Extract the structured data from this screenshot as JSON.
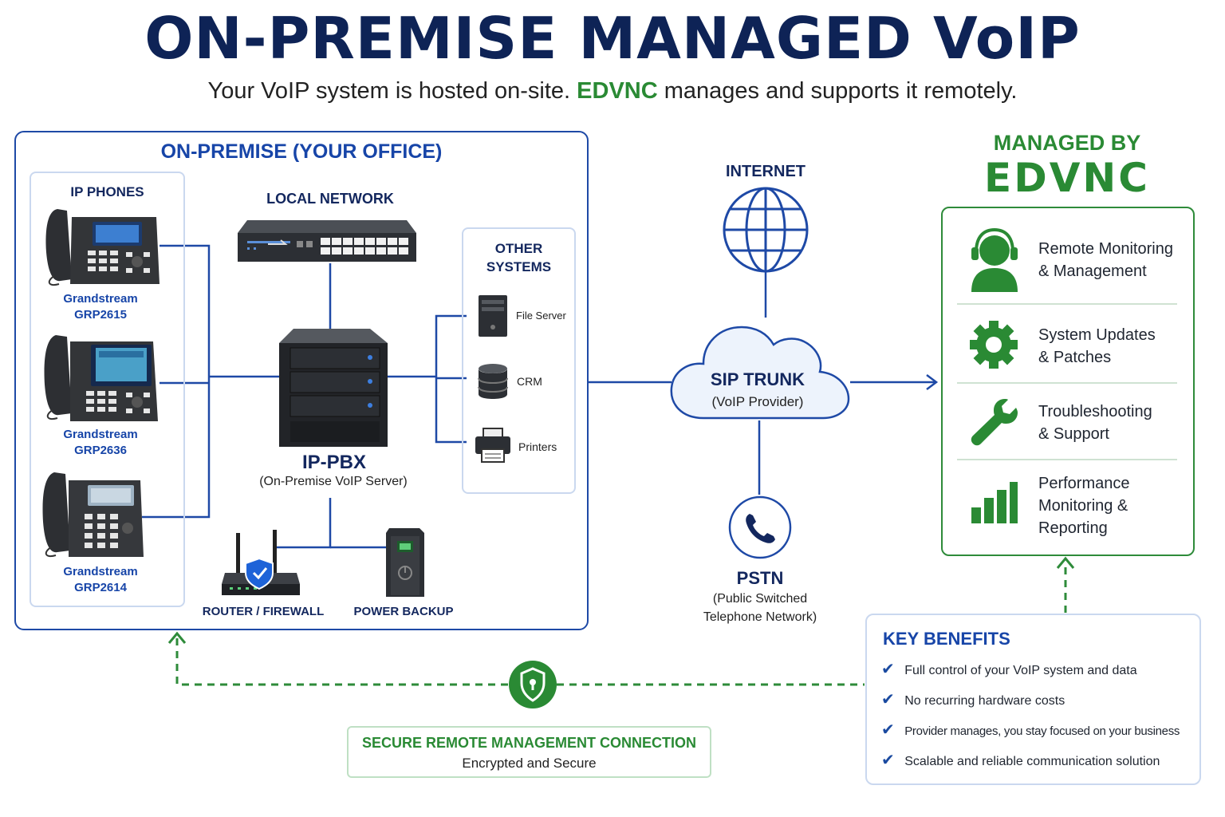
{
  "title": "ON-PREMISE MANAGED VoIP",
  "subtitle": {
    "pre": "Your VoIP system is hosted on-site. ",
    "brand": "EDVNC",
    "post": " manages and supports it remotely."
  },
  "onprem": {
    "title": "ON-PREMISE (YOUR OFFICE)",
    "phones_title": "IP PHONES",
    "phones": [
      {
        "brand": "Grandstream",
        "model": "GRP2615"
      },
      {
        "brand": "Grandstream",
        "model": "GRP2636"
      },
      {
        "brand": "Grandstream",
        "model": "GRP2614"
      }
    ],
    "network_label": "LOCAL NETWORK",
    "pbx_label": "IP-PBX",
    "pbx_sub": "(On-Premise VoIP Server)",
    "router_label": "ROUTER / FIREWALL",
    "power_label": "POWER BACKUP",
    "other_title_1": "OTHER",
    "other_title_2": "SYSTEMS",
    "other_items": [
      "File Server",
      "CRM",
      "Printers"
    ]
  },
  "internet_label": "INTERNET",
  "sip": {
    "title": "SIP TRUNK",
    "sub": "(VoIP Provider)"
  },
  "pstn": {
    "title": "PSTN",
    "sub1": "(Public Switched",
    "sub2": "Telephone Network)"
  },
  "managed": {
    "heading": "MANAGED BY",
    "brand": "EDVNC",
    "services": [
      {
        "icon": "headset-user-icon",
        "line1": "Remote Monitoring",
        "line2": "& Management",
        "line3": ""
      },
      {
        "icon": "gear-icon",
        "line1": "System Updates",
        "line2": "& Patches",
        "line3": ""
      },
      {
        "icon": "wrench-icon",
        "line1": "Troubleshooting",
        "line2": "& Support",
        "line3": ""
      },
      {
        "icon": "bar-chart-icon",
        "line1": "Performance",
        "line2": "Monitoring &",
        "line3": "Reporting"
      }
    ]
  },
  "benefits": {
    "title": "KEY BENEFITS",
    "items": [
      "Full control of your VoIP system and data",
      "No recurring hardware costs",
      "Provider manages, you stay focused on your business",
      "Scalable and reliable communication solution"
    ]
  },
  "secure": {
    "title": "SECURE REMOTE MANAGEMENT CONNECTION",
    "sub": "Encrypted and Secure"
  },
  "colors": {
    "navy": "#0e2356",
    "blue": "#1e49a6",
    "green": "#2a8a34"
  }
}
